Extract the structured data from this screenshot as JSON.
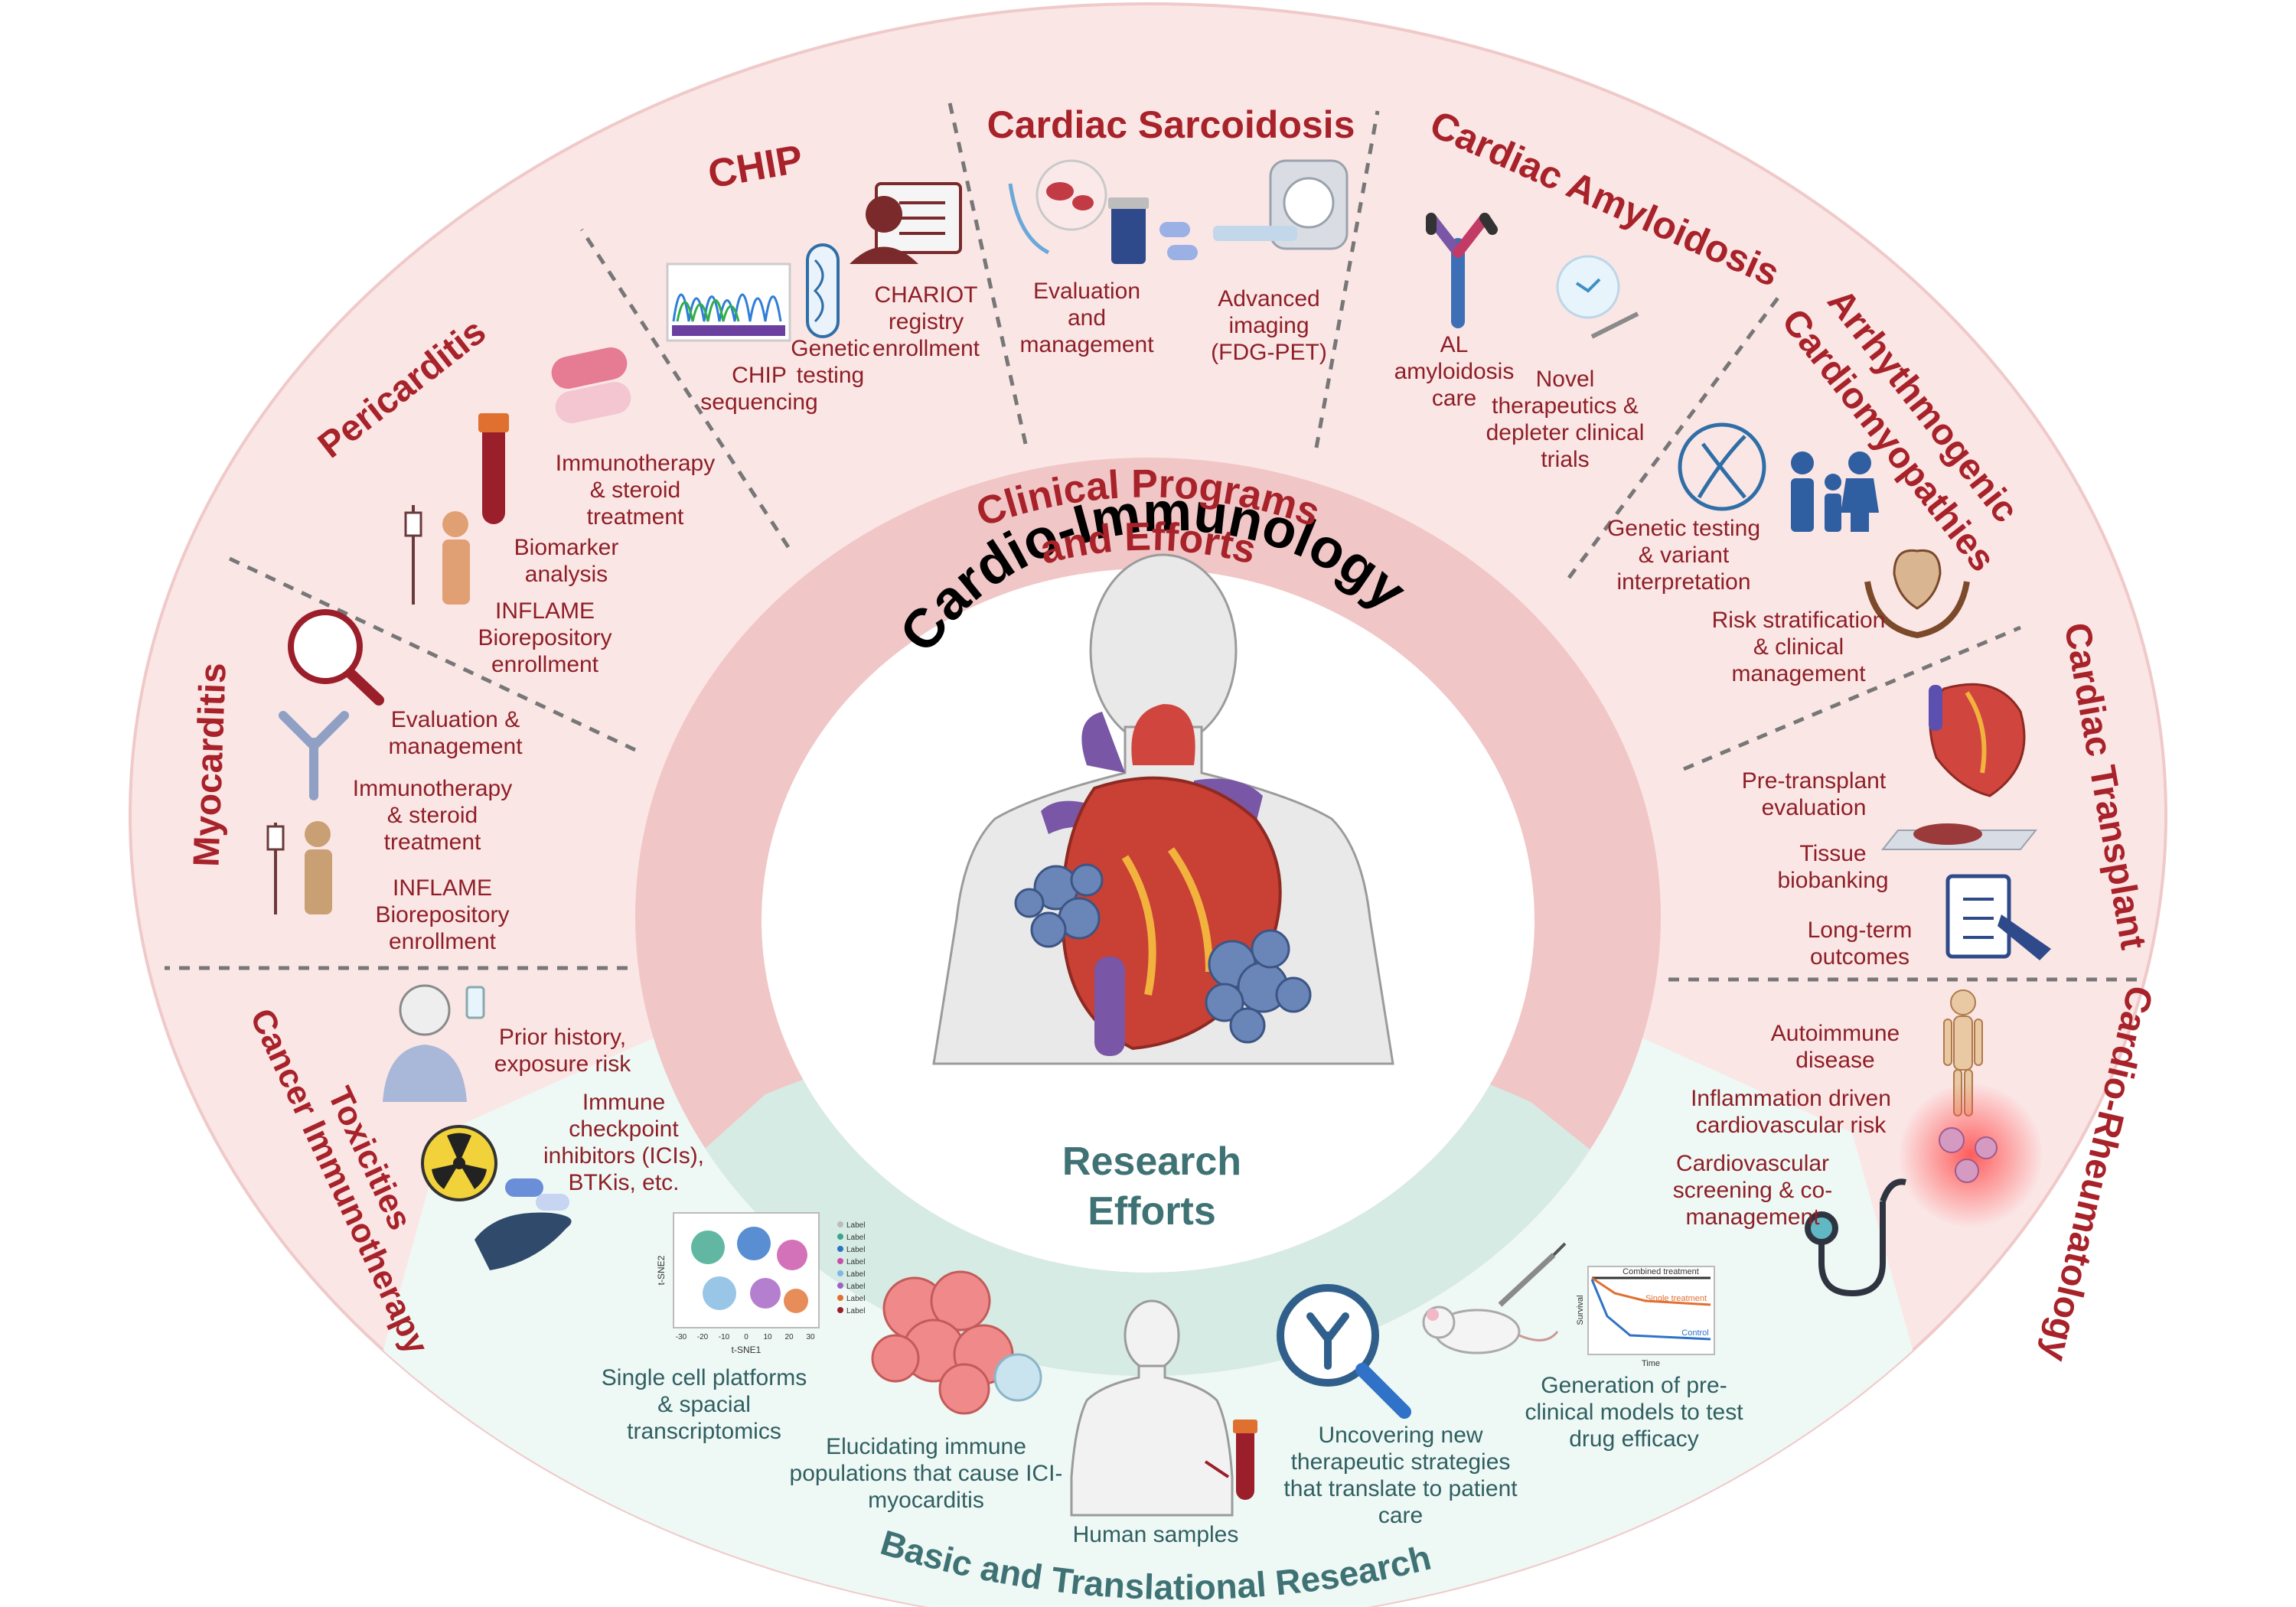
{
  "center": {
    "title": "Cardio-Immunology"
  },
  "ring": {
    "clinical_label": [
      "Clinical Programs",
      "and Efforts"
    ],
    "research_label": [
      "Research",
      "Efforts"
    ]
  },
  "sections": {
    "chip": {
      "title": "CHIP",
      "items": [
        [
          "CHIP",
          "sequencing"
        ],
        [
          "Genetic",
          "testing"
        ],
        [
          "CHARIOT",
          "registry",
          "enrollment"
        ]
      ]
    },
    "sarcoidosis": {
      "title": "Cardiac Sarcoidosis",
      "items": [
        [
          "Evaluation",
          "and",
          "management"
        ],
        [
          "Advanced",
          "imaging",
          "(FDG-PET)"
        ]
      ]
    },
    "amyloidosis": {
      "title": "Cardiac Amyloidosis",
      "items": [
        [
          "AL",
          "amyloidosis",
          "care"
        ],
        [
          "Novel",
          "therapeutics &",
          "depleter clinical",
          "trials"
        ]
      ]
    },
    "acm": {
      "title": [
        "Arrhythmogenic",
        "Cardiomyopathies"
      ],
      "items": [
        [
          "Genetic testing",
          "& variant",
          "interpretation"
        ],
        [
          "Risk stratification",
          "& clinical",
          "management"
        ]
      ]
    },
    "transplant": {
      "title": "Cardiac Transplant",
      "items": [
        [
          "Pre-transplant",
          "evaluation"
        ],
        [
          "Tissue",
          "biobanking"
        ],
        [
          "Long-term",
          "outcomes"
        ]
      ]
    },
    "rheumatology": {
      "title": "Cardio-Rheumatology",
      "items": [
        [
          "Autoimmune",
          "disease"
        ],
        [
          "Inflammation driven",
          "cardiovascular risk"
        ],
        [
          "Cardiovascular",
          "screening & co-",
          "management"
        ]
      ]
    },
    "pericarditis": {
      "title": "Pericarditis",
      "items": [
        [
          "Immunotherapy",
          "& steroid",
          "treatment"
        ],
        [
          "Biomarker",
          "analysis"
        ],
        [
          "INFLAME",
          "Biorepository",
          "enrollment"
        ]
      ]
    },
    "myocarditis": {
      "title": "Myocarditis",
      "items": [
        [
          "Evaluation &",
          "management"
        ],
        [
          "Immunotherapy",
          "& steroid",
          "treatment"
        ],
        [
          "INFLAME",
          "Biorepository",
          "enrollment"
        ]
      ]
    },
    "cancer": {
      "title": [
        "Cancer Immunotherapy",
        "Toxicities"
      ],
      "items": [
        [
          "Prior history,",
          "exposure risk"
        ],
        [
          "Immune",
          "checkpoint",
          "inhibitors (ICIs),",
          "BTKis, etc."
        ]
      ]
    }
  },
  "research": {
    "title": "Basic and Translational Research",
    "items": [
      [
        "Single cell platforms",
        "& spacial",
        "transcriptomics"
      ],
      [
        "Elucidating immune",
        "populations that cause ICI-",
        "myocarditis"
      ],
      [
        "Human samples"
      ],
      [
        "Uncovering new",
        "therapeutic strategies",
        "that translate to patient",
        "care"
      ],
      [
        "Generation of pre-",
        "clinical models to test",
        "drug efficacy"
      ]
    ],
    "tsne": {
      "xlabel": "t-SNE1",
      "ylabel": "t-SNE2",
      "legend_label": "Label",
      "xticks": [
        "-30",
        "-20",
        "-10",
        "0",
        "10",
        "20",
        "30"
      ]
    },
    "survival": {
      "lines": [
        "Combined treatment",
        "Single treatment",
        "Control"
      ],
      "xlabel": "Time",
      "ylabel": "Survival"
    }
  },
  "colors": {
    "outer_ring": "#fbe6e6",
    "clinical_band": "#f1c6c6",
    "research_band": "#d5ebe4",
    "research_outer": "#eef8f5",
    "title_red": "#a8222a",
    "item_red": "#8e1f26",
    "teal": "#3f7274"
  },
  "icons": [
    "dna-sequence-icon",
    "test-tube-icon",
    "registry-person-icon",
    "blood-sample-icon",
    "pill-bottle-icon",
    "pet-scanner-icon",
    "antibody-icon",
    "injection-icon",
    "dna-icon",
    "family-icon",
    "heart-hands-icon",
    "heart-icon",
    "tissue-icon",
    "clipboard-icon",
    "skeleton-icon",
    "stethoscope-icon",
    "pills-icon",
    "blood-tube-icon",
    "iv-patient-icon",
    "magnifier-icon",
    "radiation-icon",
    "hand-pills-icon",
    "tumor-cells-icon",
    "mouse-icon",
    "human-silhouette-icon"
  ]
}
